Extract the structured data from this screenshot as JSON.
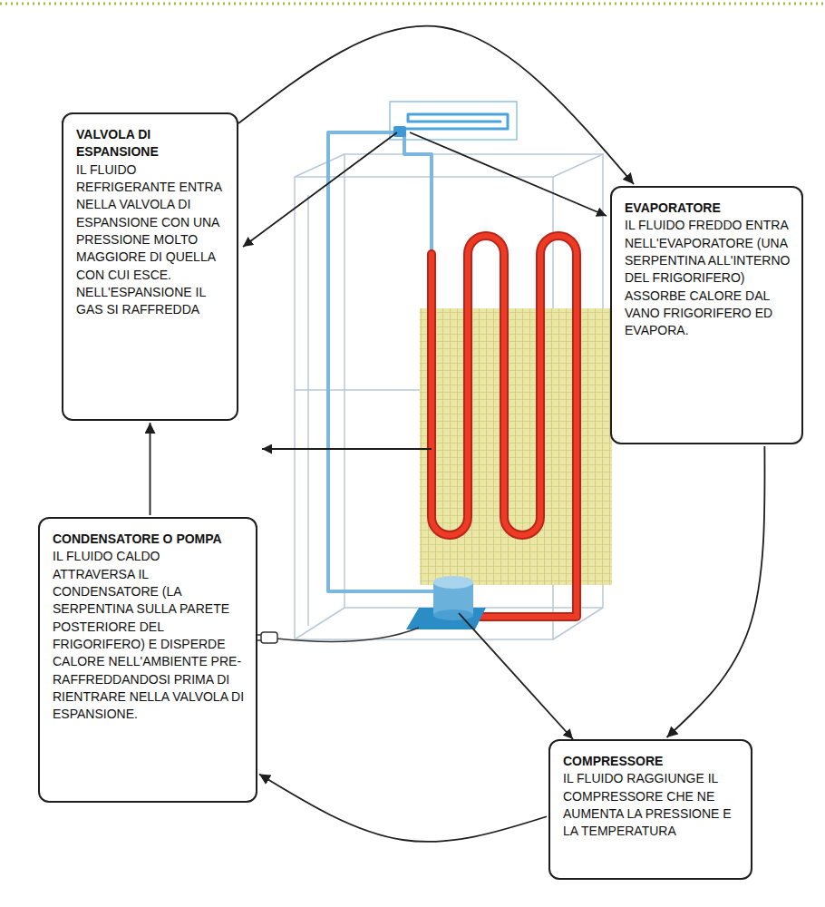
{
  "diagram": {
    "nodes": [
      {
        "text": [
          "VALVOLA DI ESPANSIONE",
          "IL FLUIDO REFRIGERANTE ENTRA NELLA VALVOLA DI ESPANSIONE CON UNA PRESSIONE MOLTO MAGGIORE DI QUELLA CON CUI ESCE. NELL'ESPANSIONE IL GAS SI RAFFREDDA"
        ]
      },
      {
        "text": [
          "EVAPORATORE",
          "IL FLUIDO FREDDO ENTRA NELL'EVAPORATORE (UNA SERPENTINA ALL'INTERNO DEL FRIGORIFERO) ASSORBE CALORE DAL VANO FRIGORIFERO ED EVAPORA."
        ]
      },
      {
        "text": [
          "CONDENSATORE O POMPA",
          "IL FLUIDO CALDO ATTRAVERSA IL CONDENSATORE (LA SERPENTINA SULLA PARETE POSTERIORE DEL FRIGORIFERO) E DISPERDE CALORE NELL'AMBIENTE PRE-RAFFREDDANDOSI PRIMA DI RIENTRARE NELLA VALVOLA DI ESPANSIONE."
        ]
      },
      {
        "text": [
          "COMPRESSORE",
          "IL FLUIDO RAGGIUNGE IL COMPRESSORE CHE NE AUMENTA LA PRESSIONE E LA TEMPERATURA"
        ]
      }
    ],
    "edges": [
      {
        "from": 0,
        "to": 1,
        "arrow": "to"
      },
      {
        "from": 1,
        "to": 3,
        "arrow": "to"
      },
      {
        "from": 3,
        "to": 2,
        "arrow": "to"
      },
      {
        "from": 2,
        "to": 0,
        "arrow": "to"
      }
    ]
  }
}
